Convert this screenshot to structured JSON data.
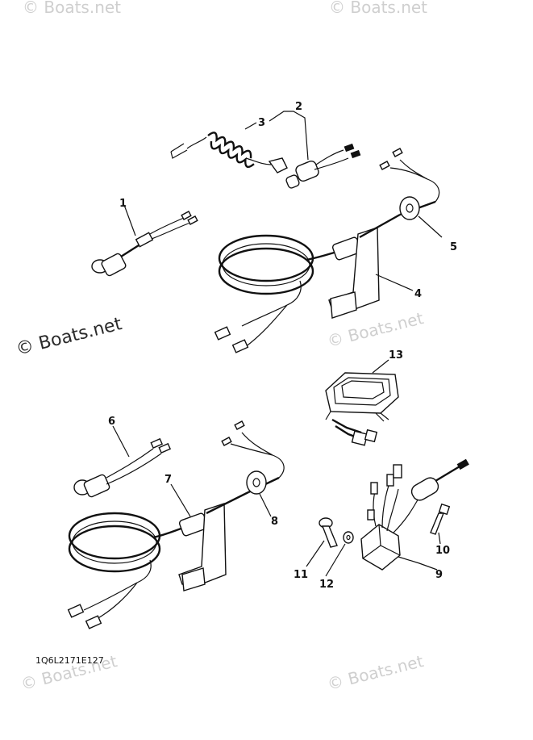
{
  "diagram": {
    "part_code": "1Q6L2171E127",
    "watermark": "© Boats.net",
    "callouts": [
      "1",
      "2",
      "3",
      "4",
      "5",
      "6",
      "7",
      "8",
      "9",
      "10",
      "11",
      "12",
      "13"
    ]
  }
}
